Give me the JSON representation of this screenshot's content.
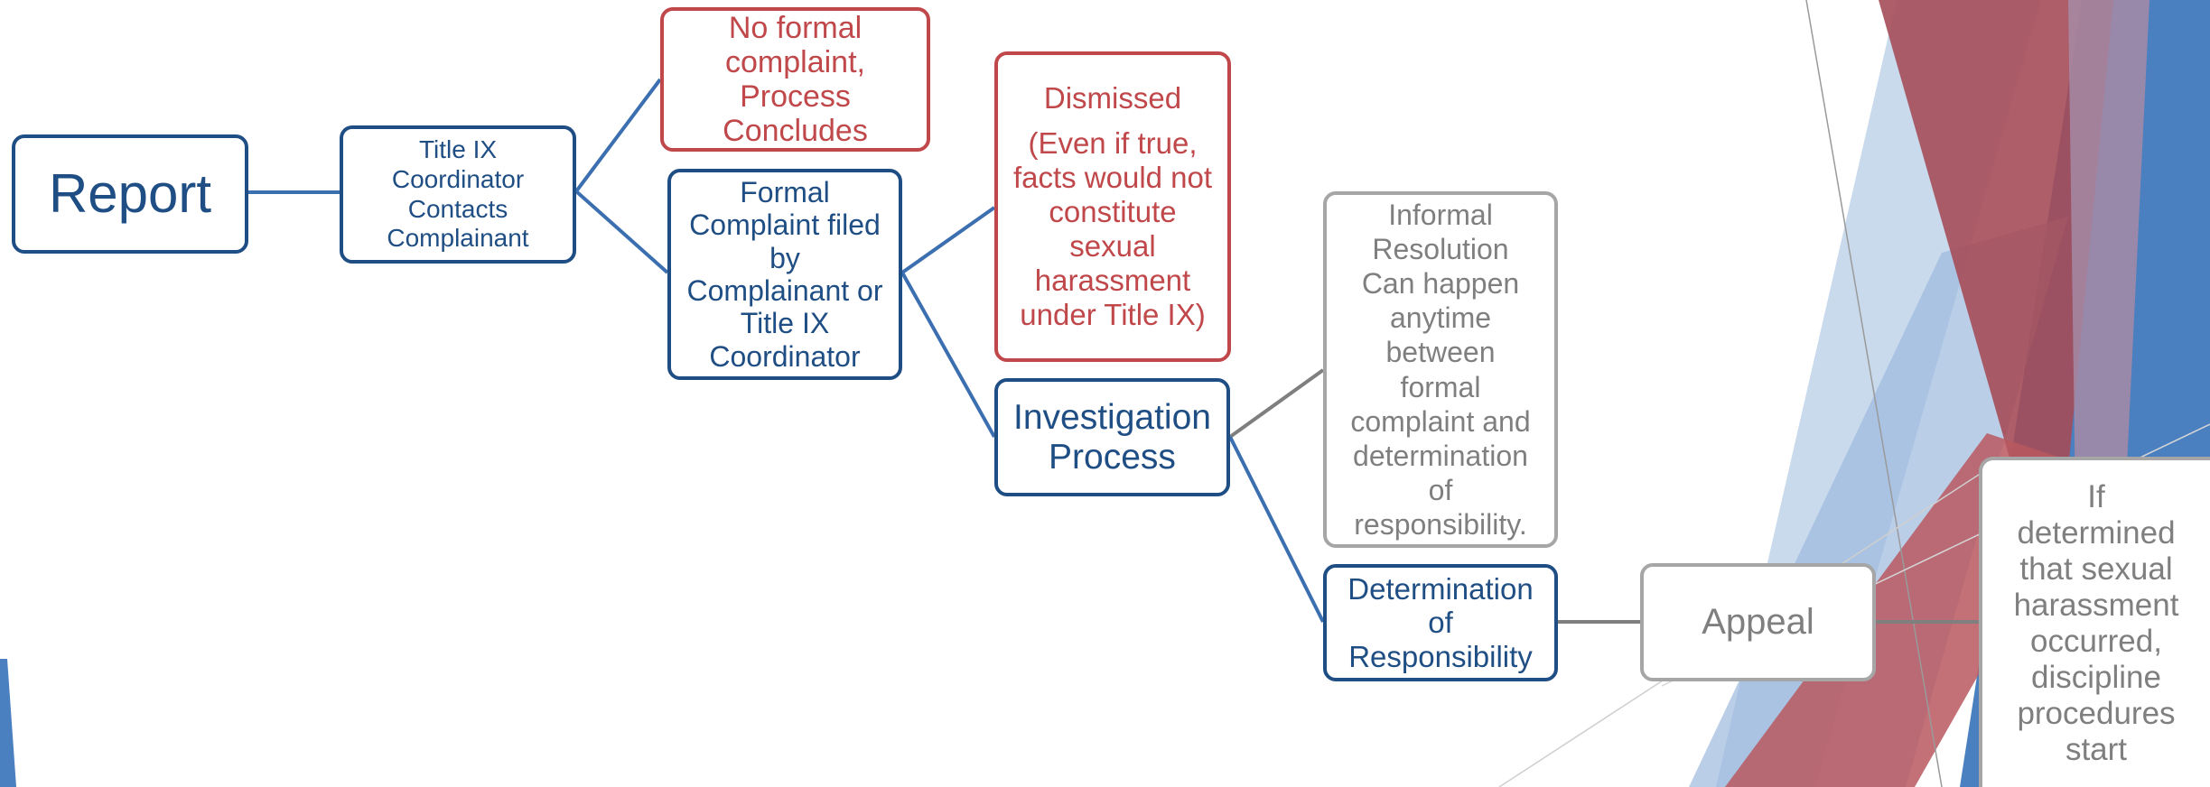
{
  "colors": {
    "navy": "#1f4e84",
    "red": "#c0474a",
    "gray": "#a6a6a6",
    "connector_blue": "#3c6fb0",
    "connector_gray": "#7f7f7f"
  },
  "nodes": {
    "report": {
      "lines": [
        "Report"
      ]
    },
    "coordinator_contacts": {
      "lines": [
        "Title IX",
        "Coordinator",
        "Contacts",
        "Complainant"
      ]
    },
    "no_formal_complaint": {
      "lines": [
        "No formal",
        "complaint,",
        "Process",
        "Concludes"
      ]
    },
    "formal_complaint": {
      "lines": [
        "Formal",
        "Complaint filed",
        "by",
        "Complainant or",
        "Title IX",
        "Coordinator"
      ]
    },
    "dismissed": {
      "title": "Dismissed",
      "lines": [
        "(Even if true,",
        "facts would not",
        "constitute",
        "sexual",
        "harassment",
        "under Title IX)"
      ]
    },
    "investigation": {
      "lines": [
        "Investigation",
        "Process"
      ]
    },
    "informal_resolution": {
      "lines": [
        "Informal",
        "Resolution",
        "Can happen",
        "anytime",
        "between",
        "formal",
        "complaint and",
        "determination",
        "of",
        "responsibility."
      ]
    },
    "determination": {
      "lines": [
        "Determination",
        "of",
        "Responsibility"
      ]
    },
    "appeal": {
      "lines": [
        "Appeal"
      ]
    },
    "discipline": {
      "lines": [
        "If",
        "determined",
        "that sexual",
        "harassment",
        "occurred,",
        "discipline",
        "procedures",
        "start"
      ]
    }
  }
}
